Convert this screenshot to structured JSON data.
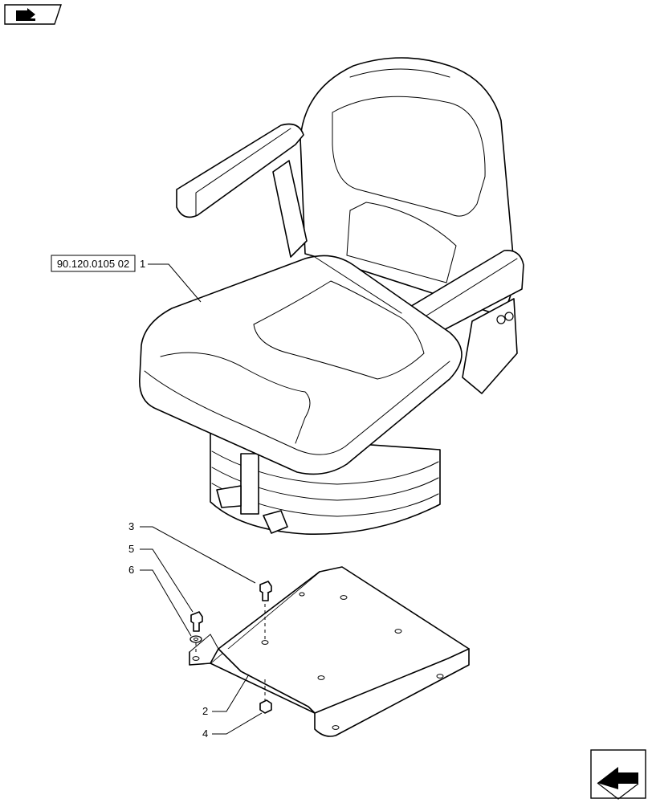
{
  "reference_box": {
    "text": "90.120.0105 02"
  },
  "callouts": [
    {
      "number": "1",
      "part": "seat assembly"
    },
    {
      "number": "2",
      "part": "mounting plate"
    },
    {
      "number": "3",
      "part": "bolt"
    },
    {
      "number": "4",
      "part": "nut"
    },
    {
      "number": "5",
      "part": "bolt"
    },
    {
      "number": "6",
      "part": "washer"
    }
  ],
  "icons": {
    "top_left": "forward-arrow-nav-icon",
    "bottom_right": "next-page-arrow-icon"
  }
}
